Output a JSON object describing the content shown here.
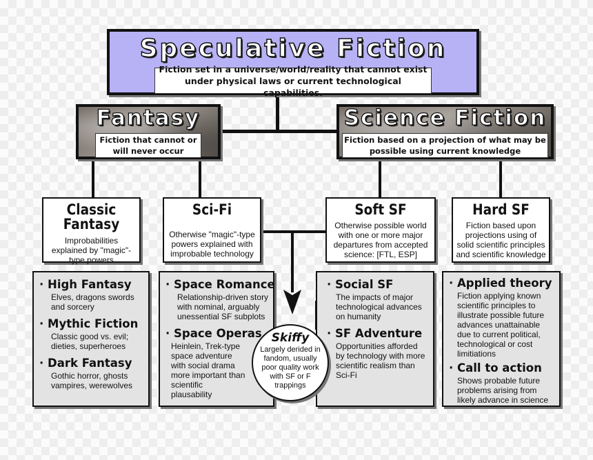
{
  "top": {
    "title": "Speculative Fiction",
    "description": "Fiction set in a universe/world/reality that cannot exist under physical laws or current technological capabilities."
  },
  "fantasy": {
    "title": "Fantasy",
    "description": "Fiction that cannot or will never occur"
  },
  "science_fiction": {
    "title": "Science Fiction",
    "description": "Fiction based on a projection of what may be possible using current knowledge"
  },
  "subgenres": {
    "classic_fantasy": {
      "title": "Classic Fantasy",
      "description": "Improbabilities explained by \"magic\"-type powers"
    },
    "sci_fi": {
      "title": "Sci-Fi",
      "description": "Otherwise \"magic\"-type powers explained with improbable technology"
    },
    "soft_sf": {
      "title": "Soft SF",
      "description": "Otherwise possible world with one or more major departures from accepted science: [FTL, ESP]"
    },
    "hard_sf": {
      "title": "Hard SF",
      "description": "Fiction based upon projections using of solid scientific principles and scientific knowledge"
    }
  },
  "lists": {
    "classic_fantasy": [
      {
        "title": "High Fantasy",
        "description": "Elves, dragons swords and sorcery"
      },
      {
        "title": "Mythic Fiction",
        "description": "Classic good vs. evil; dieties, superheroes"
      },
      {
        "title": "Dark Fantasy",
        "description": "Gothic horror, ghosts vampires, werewolves"
      }
    ],
    "sci_fi": [
      {
        "title": "Space Romance",
        "description": "Relationship-driven story with nominal, arguably unessential SF subplots"
      },
      {
        "title": "Space Operas",
        "description": "Heinlein, Trek-type space adventure with social drama more important than scientific plausability"
      }
    ],
    "soft_sf": [
      {
        "title": "Social SF",
        "description": "The impacts of major technological advances on humanity"
      },
      {
        "title": "SF Adventure",
        "description": "Opportunities afforded by technology with more scientific realism than Sci-Fi"
      }
    ],
    "hard_sf": [
      {
        "title": "Applied theory",
        "description": "Fiction applying known scientific principles to illustrate possible future advances unattainable due to current political, technological or cost limitiations"
      },
      {
        "title": "Call to action",
        "description": "Shows probable future problems arising from likely advance in science"
      }
    ]
  },
  "skiffy": {
    "title": "Skiffy",
    "description": "Largely derided in fandom, usually poor quality work with SF or F trappings"
  },
  "bullet": "·"
}
